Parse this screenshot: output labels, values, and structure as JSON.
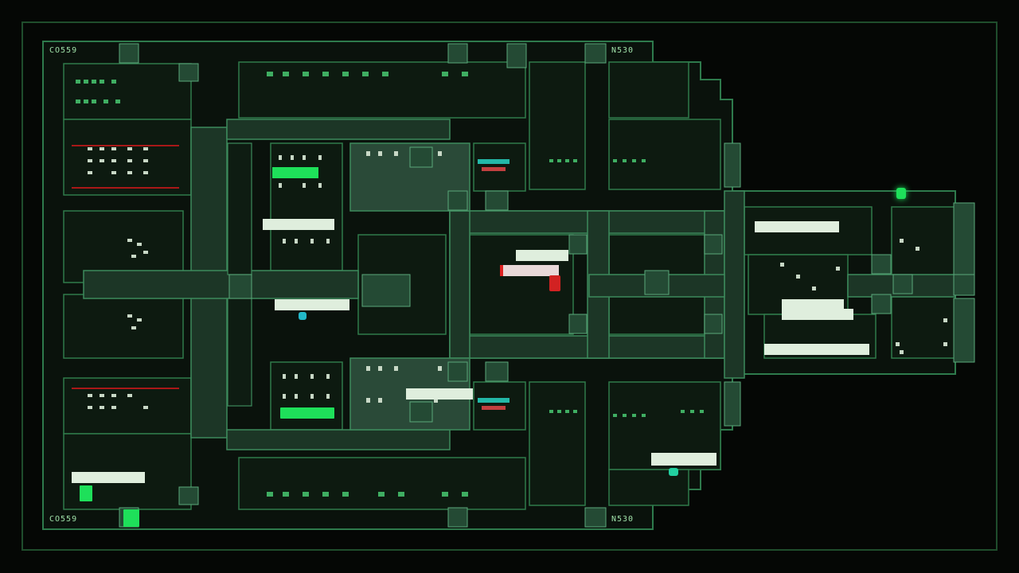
{
  "map": {
    "colors": {
      "background": "#050705",
      "wall": "#2e7a4c",
      "room_fill": "#0b140d",
      "corridor_fill": "#1f3a2a",
      "accent_green": "#1ee05a",
      "alert_red": "#d22222",
      "label_bg": "#dfeedd"
    }
  },
  "labels": {
    "corner_top_left": "CO559",
    "top_room_a": "",
    "top_room_b": "",
    "top_right_code": "N530",
    "room_tag_1": "",
    "room_tag_2": "",
    "room_tag_3": "",
    "room_tag_4": "",
    "room_tag_5": "",
    "room_tag_6": "",
    "room_tag_7": "",
    "room_tag_8": "",
    "room_tag_9": "",
    "room_tag_10": "",
    "alert_tag": "",
    "bottom_left_code": "CO559",
    "bottom_mid_code": "N530"
  },
  "markers": [
    {
      "name": "player-marker-icon",
      "color": "#1ee05a"
    },
    {
      "name": "objective-marker-icon",
      "color": "#22d0a0"
    },
    {
      "name": "alert-marker-icon",
      "color": "#d22222"
    }
  ]
}
